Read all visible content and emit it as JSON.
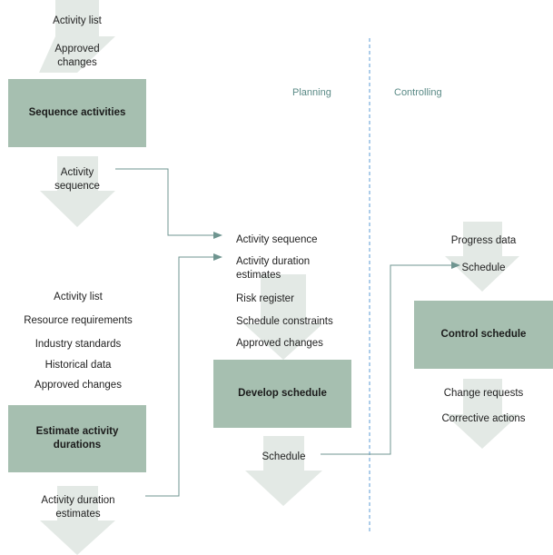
{
  "lanes": {
    "planning": "Planning",
    "controlling": "Controlling"
  },
  "sequence": {
    "inputs": [
      "Activity list",
      "Approved changes"
    ],
    "title": "Sequence activities",
    "output": "Activity sequence"
  },
  "estimate": {
    "inputs": [
      "Activity list",
      "Resource requirements",
      "Industry standards",
      "Historical data",
      "Approved changes"
    ],
    "title": "Estimate activity durations",
    "output": "Activity duration estimates"
  },
  "develop": {
    "inputs": [
      "Activity sequence",
      "Activity duration estimates",
      "Risk register",
      "Schedule constraints",
      "Approved changes"
    ],
    "title": "Develop schedule",
    "output": "Schedule"
  },
  "control": {
    "inputs": [
      "Progress data",
      "Schedule"
    ],
    "title": "Control schedule",
    "outputs": [
      "Change requests",
      "Corrective actions"
    ]
  },
  "colors": {
    "box": "#a6bfb0",
    "arrow": "#e3e9e5",
    "connector": "#6f9590",
    "divider": "#5b9bd5"
  }
}
